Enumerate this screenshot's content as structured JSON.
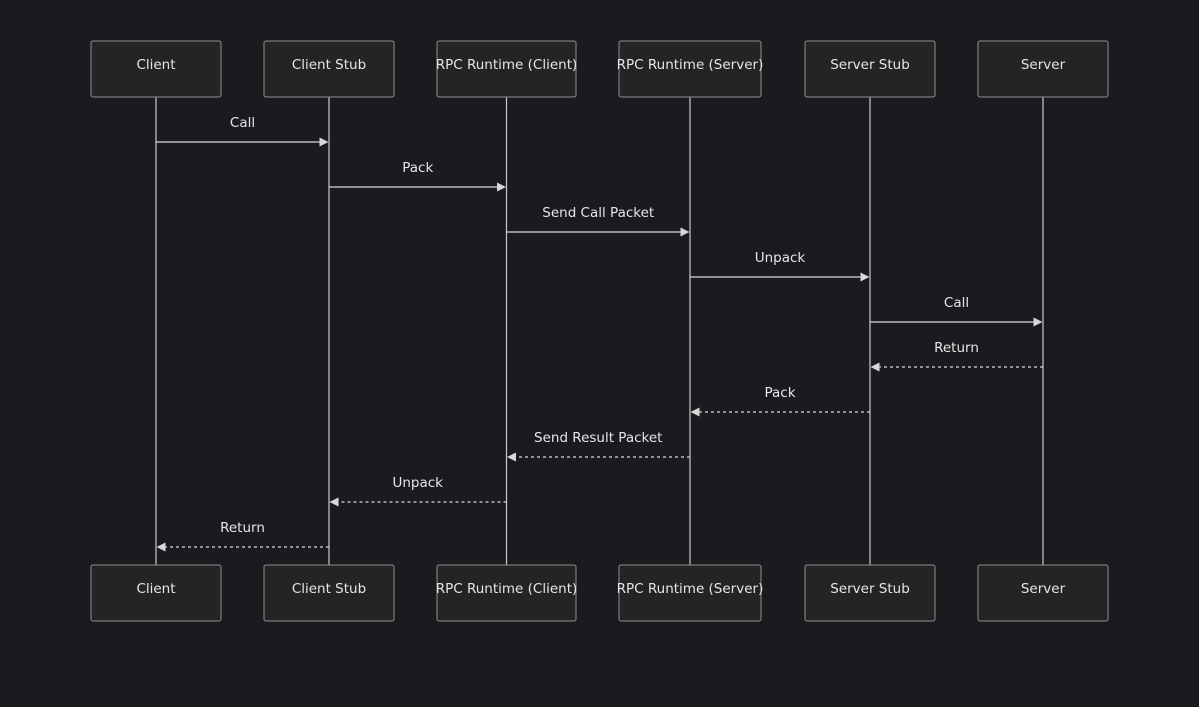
{
  "colors": {
    "background": "#1b1a1f",
    "actor_fill": "#242424",
    "actor_border": "#8f8f8f",
    "line": "#d8d8d8",
    "text": "#e6e6e6"
  },
  "participants": [
    {
      "id": "client",
      "label": "Client"
    },
    {
      "id": "client-stub",
      "label": "Client Stub"
    },
    {
      "id": "rpc-runtime-client",
      "label": "RPC Runtime (Client)"
    },
    {
      "id": "rpc-runtime-server",
      "label": "RPC Runtime (Server)"
    },
    {
      "id": "server-stub",
      "label": "Server Stub"
    },
    {
      "id": "server",
      "label": "Server"
    }
  ],
  "messages": [
    {
      "from": 0,
      "to": 1,
      "label": "Call",
      "style": "solid"
    },
    {
      "from": 1,
      "to": 2,
      "label": "Pack",
      "style": "solid"
    },
    {
      "from": 2,
      "to": 3,
      "label": "Send Call Packet",
      "style": "solid"
    },
    {
      "from": 3,
      "to": 4,
      "label": "Unpack",
      "style": "solid"
    },
    {
      "from": 4,
      "to": 5,
      "label": "Call",
      "style": "solid"
    },
    {
      "from": 5,
      "to": 4,
      "label": "Return",
      "style": "dashed"
    },
    {
      "from": 4,
      "to": 3,
      "label": "Pack",
      "style": "dashed"
    },
    {
      "from": 3,
      "to": 2,
      "label": "Send Result Packet",
      "style": "dashed"
    },
    {
      "from": 2,
      "to": 1,
      "label": "Unpack",
      "style": "dashed"
    },
    {
      "from": 1,
      "to": 0,
      "label": "Return",
      "style": "dashed"
    }
  ]
}
